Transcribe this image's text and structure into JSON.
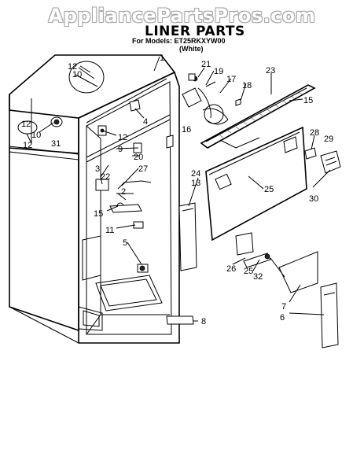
{
  "header": {
    "watermark": "AppliancePartsPros.com",
    "title": "LINER PARTS",
    "models": "For Models: ET25RKXYW00",
    "color": "(White)"
  },
  "callouts": {
    "c1": "1",
    "c2": "2",
    "c3": "3",
    "c4": "4",
    "c5": "5",
    "c6": "6",
    "c7": "7",
    "c8": "8",
    "c9": "9",
    "c10": "10",
    "c11": "11",
    "c12": "12",
    "c13": "13",
    "c15": "15",
    "c16": "16",
    "c17": "17",
    "c18": "18",
    "c19": "19",
    "c20": "20",
    "c21": "21",
    "c22": "22",
    "c23": "23",
    "c24": "24",
    "c25": "25",
    "c26": "26",
    "c27": "27",
    "c28": "28",
    "c29": "29",
    "c30": "30",
    "c31": "31",
    "c32": "32"
  }
}
